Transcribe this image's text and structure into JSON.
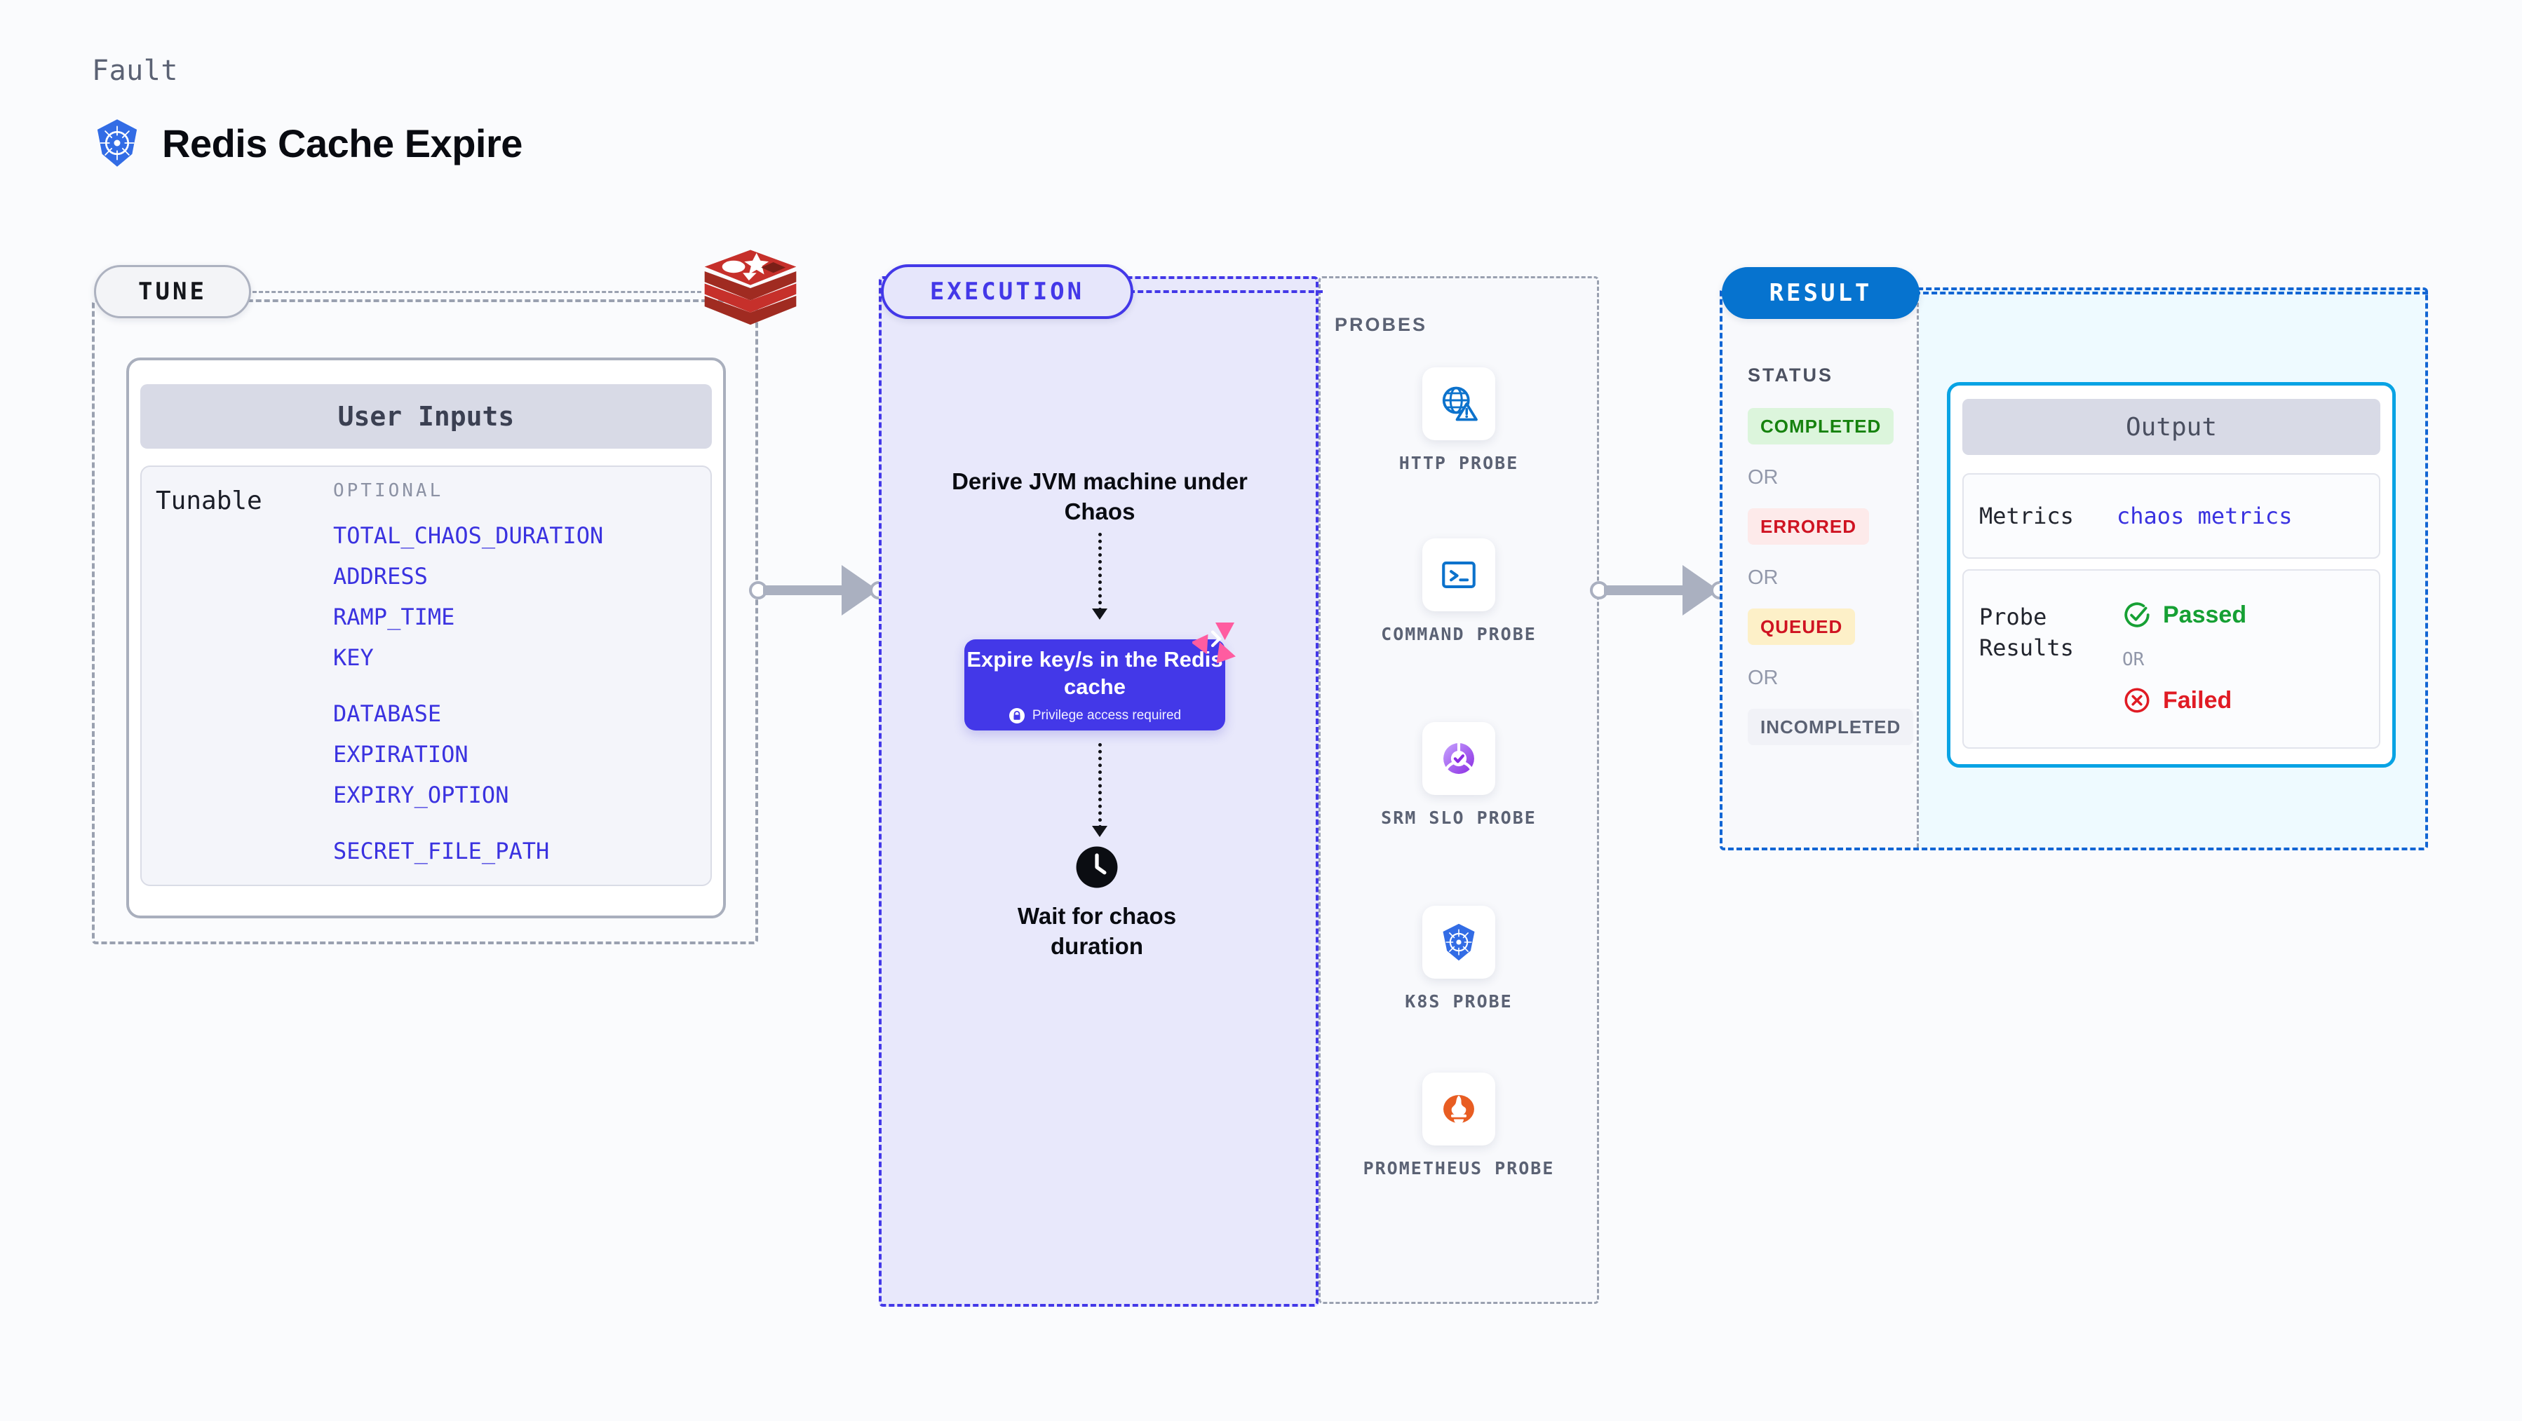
{
  "header": {
    "eyebrow": "Fault",
    "title": "Redis Cache Expire",
    "logo_icon": "kubernetes-icon"
  },
  "tune": {
    "stage_label": "TUNE",
    "target_icon": "redis-logo-icon",
    "inputs_header": "User Inputs",
    "tunable_label": "Tunable",
    "optional_label": "OPTIONAL",
    "tunables": [
      "TOTAL_CHAOS_DURATION",
      "ADDRESS",
      "RAMP_TIME",
      "KEY",
      "DATABASE",
      "EXPIRATION",
      "EXPIRY_OPTION",
      "SECRET_FILE_PATH"
    ]
  },
  "execution": {
    "stage_label": "EXECUTION",
    "derive_step": "Derive JVM machine under Chaos",
    "action_card": {
      "title": "Expire key/s in the Redis cache",
      "privilege_note": "Privilege access required",
      "lock_icon": "lock-icon",
      "corner_badge_icon": "litmus-chaos-icon"
    },
    "wait_step": "Wait for chaos duration",
    "wait_icon": "clock-icon"
  },
  "probes": {
    "title": "PROBES",
    "items": [
      {
        "label": "HTTP PROBE",
        "icon": "globe-warning-icon"
      },
      {
        "label": "COMMAND PROBE",
        "icon": "terminal-icon"
      },
      {
        "label": "SRM SLO PROBE",
        "icon": "slo-check-icon"
      },
      {
        "label": "K8S PROBE",
        "icon": "kubernetes-icon"
      },
      {
        "label": "PROMETHEUS PROBE",
        "icon": "prometheus-icon"
      }
    ]
  },
  "result": {
    "stage_label": "RESULT",
    "status_title": "STATUS",
    "or_label": "OR",
    "statuses": [
      {
        "label": "COMPLETED",
        "bg": "#dcf5dc",
        "fg": "#16820e"
      },
      {
        "label": "ERRORED",
        "bg": "#fdeaea",
        "fg": "#cf1322"
      },
      {
        "label": "QUEUED",
        "bg": "#fdf0c8",
        "fg": "#cf1322"
      },
      {
        "label": "INCOMPLETED",
        "bg": "#f1f2f7",
        "fg": "#5b6274"
      }
    ],
    "output": {
      "header": "Output",
      "metrics_key": "Metrics",
      "metrics_value": "chaos metrics",
      "probe_results_key": "Probe Results",
      "passed_label": "Passed",
      "failed_label": "Failed",
      "or_label": "OR",
      "passed_icon": "check-circle-icon",
      "failed_icon": "x-circle-icon"
    }
  },
  "colors": {
    "indigo": "#4338e8",
    "result_blue": "#1266d4",
    "output_cyan": "#08a3e4",
    "tunable_blue": "#3a32e0",
    "redis_red": "#c0392b",
    "pass_green": "#16a034",
    "fail_red": "#e01b24",
    "page_bg": "#fafbfd"
  }
}
